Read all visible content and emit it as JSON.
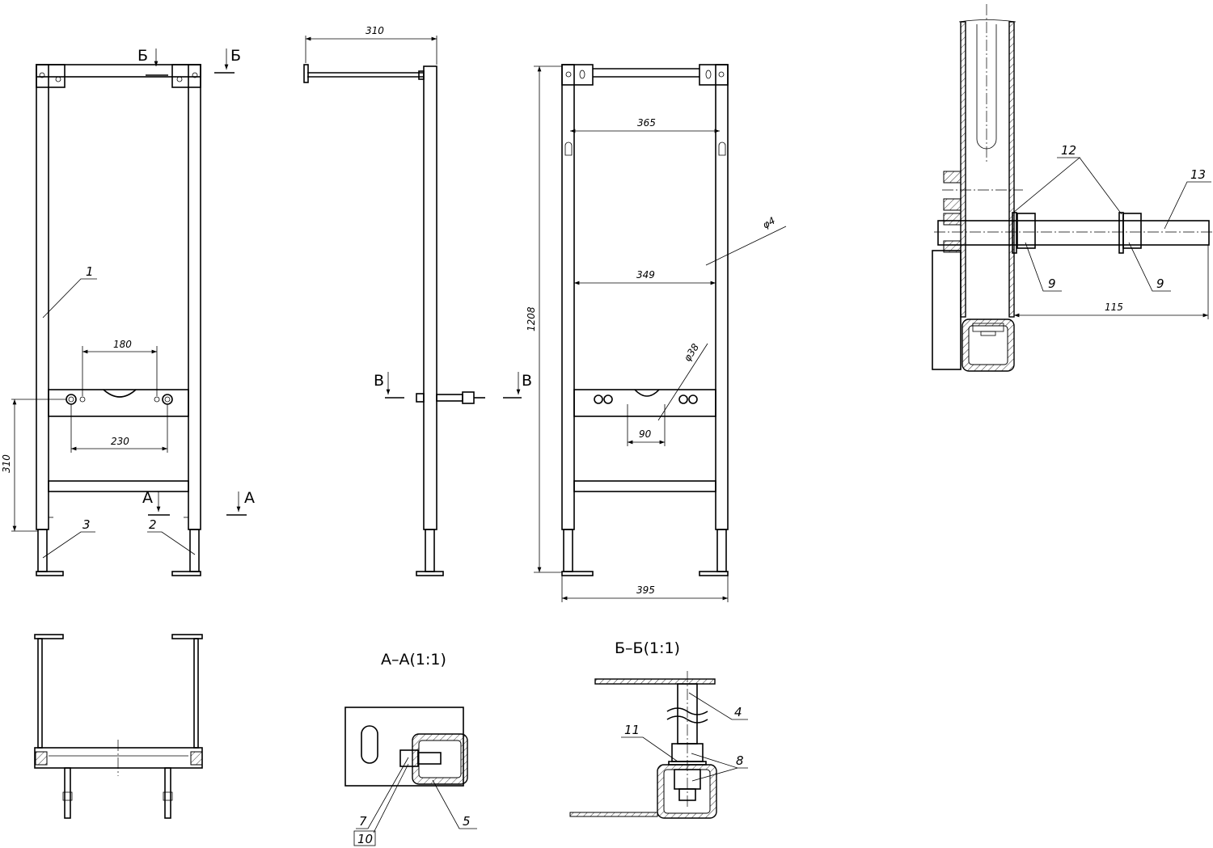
{
  "front_view": {
    "section_marks": [
      "Б",
      "Б",
      "А",
      "А"
    ],
    "dimensions": {
      "top_span": "180",
      "pipe_span": "230",
      "height_low": "310"
    },
    "part_labels": [
      "1",
      "3",
      "2"
    ]
  },
  "side_view": {
    "section_marks": [
      "В",
      "В"
    ],
    "dimensions": {
      "depth": "310"
    }
  },
  "rear_view": {
    "dimensions": {
      "hook_span": "365",
      "inner_width": "349",
      "height": "1208",
      "width": "395",
      "hole_small": "φ4",
      "hole_large": "φ38",
      "hole_span": "90"
    }
  },
  "detail_view": {
    "part_labels": {
      "washer": "12",
      "stud": "13",
      "nut_left": "9",
      "nut_right": "9"
    },
    "dimensions": {
      "stud_length": "115"
    }
  },
  "section_aa": {
    "title": "А–А(1:1)",
    "part_labels": {
      "bolt": "7",
      "nut": "10",
      "bracket": "5"
    }
  },
  "section_bb": {
    "title": "Б–Б(1:1)",
    "part_labels": {
      "rod": "4",
      "washer": "11",
      "nuts": "8"
    }
  }
}
